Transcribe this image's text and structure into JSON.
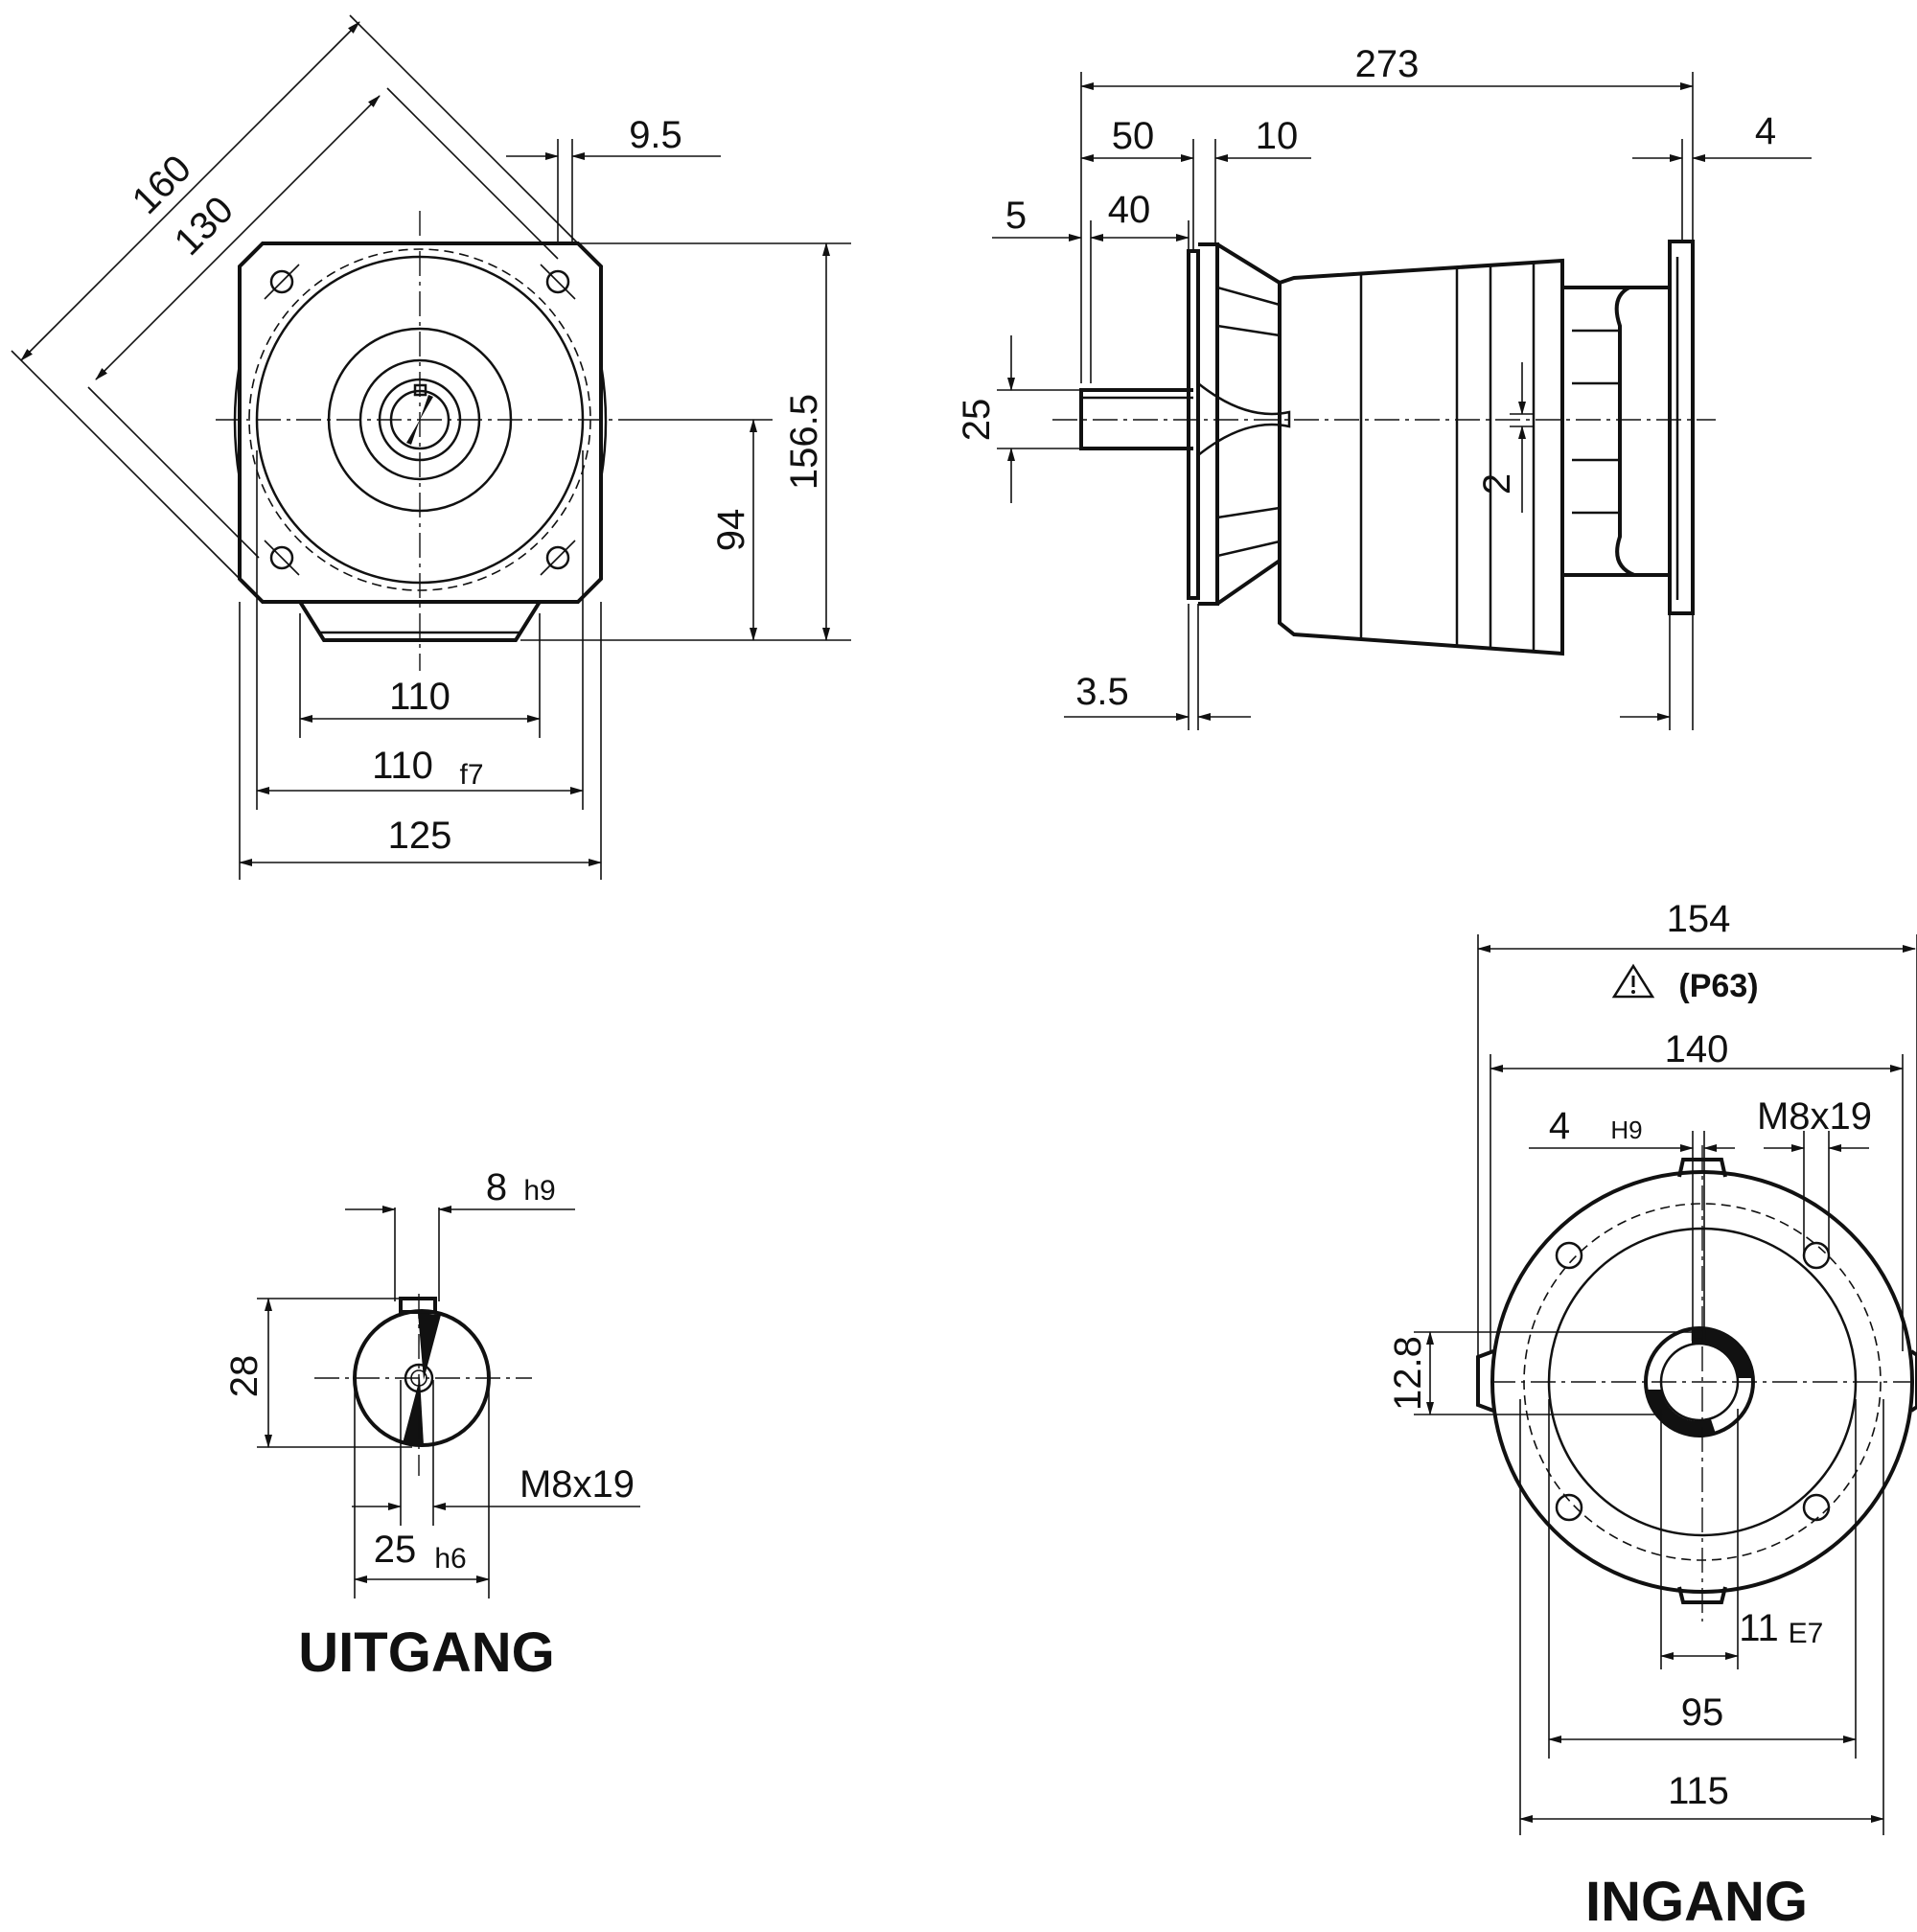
{
  "output_view": {
    "dims": {
      "d160": "160",
      "d130": "130",
      "d9_5": "9.5",
      "d156_5": "156.5",
      "d94": "94",
      "d110": "110",
      "d110f7": "110",
      "d110f7_tol": "f7",
      "d125": "125"
    }
  },
  "side_view": {
    "dims": {
      "d273": "273",
      "d50": "50",
      "d10": "10",
      "d4": "4",
      "d5": "5",
      "d40": "40",
      "d25": "25",
      "d2": "2",
      "d3_5": "3.5"
    }
  },
  "uitgang": {
    "title": "UITGANG",
    "dims": {
      "d8": "8",
      "d8_tol": "h9",
      "d28": "28",
      "thread": "M8x19",
      "d25": "25",
      "d25_tol": "h6"
    }
  },
  "ingang": {
    "title": "INGANG",
    "warning_icon": "warning-triangle-icon",
    "dims": {
      "d154": "154",
      "p63": "(P63)",
      "d140": "140",
      "d4": "4",
      "d4_tol": "H9",
      "thread": "M8x19",
      "d12_8": "12.8",
      "d11": "11",
      "d11_tol": "E7",
      "d95": "95",
      "d115": "115"
    }
  }
}
